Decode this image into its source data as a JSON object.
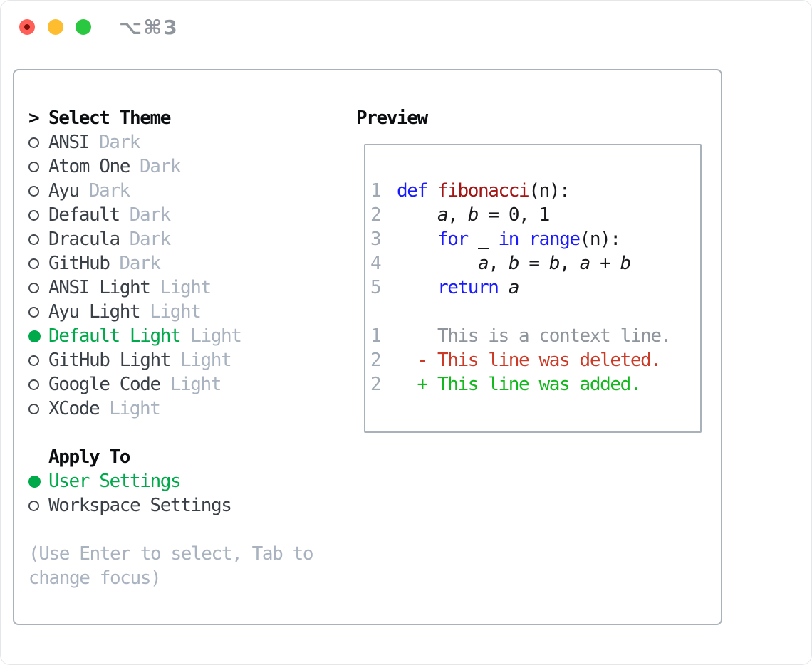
{
  "titlebar": {
    "shortcut": "⌥⌘3"
  },
  "picker": {
    "prompt": ">",
    "title": "Select Theme",
    "items": [
      {
        "name": "ANSI",
        "variant": "Dark",
        "selected": false
      },
      {
        "name": "Atom One",
        "variant": "Dark",
        "selected": false
      },
      {
        "name": "Ayu",
        "variant": "Dark",
        "selected": false
      },
      {
        "name": "Default",
        "variant": "Dark",
        "selected": false
      },
      {
        "name": "Dracula",
        "variant": "Dark",
        "selected": false
      },
      {
        "name": "GitHub",
        "variant": "Dark",
        "selected": false
      },
      {
        "name": "ANSI Light",
        "variant": "Light",
        "selected": false
      },
      {
        "name": "Ayu Light",
        "variant": "Light",
        "selected": false
      },
      {
        "name": "Default Light",
        "variant": "Light",
        "selected": true
      },
      {
        "name": "GitHub Light",
        "variant": "Light",
        "selected": false
      },
      {
        "name": "Google Code",
        "variant": "Light",
        "selected": false
      },
      {
        "name": "XCode",
        "variant": "Light",
        "selected": false
      }
    ],
    "apply_to": {
      "title": "Apply To",
      "options": [
        {
          "name": "User Settings",
          "selected": true
        },
        {
          "name": "Workspace Settings",
          "selected": false
        }
      ]
    },
    "help": [
      "(Use Enter to select, Tab to",
      "change focus)"
    ]
  },
  "preview": {
    "title": "Preview",
    "lines": [
      {
        "num": "1",
        "segs": [
          [
            "k",
            "def"
          ],
          [
            "p",
            " "
          ],
          [
            "f",
            "fibonacci"
          ],
          [
            "p",
            "(n):"
          ]
        ]
      },
      {
        "num": "2",
        "segs": [
          [
            "p",
            "    "
          ],
          [
            "v",
            "a"
          ],
          [
            "p",
            ", "
          ],
          [
            "v",
            "b"
          ],
          [
            "p",
            " = 0, 1"
          ]
        ]
      },
      {
        "num": "3",
        "segs": [
          [
            "p",
            "    "
          ],
          [
            "k",
            "for"
          ],
          [
            "p",
            " _ "
          ],
          [
            "k",
            "in"
          ],
          [
            "p",
            " "
          ],
          [
            "k",
            "range"
          ],
          [
            "p",
            "(n):"
          ]
        ]
      },
      {
        "num": "4",
        "segs": [
          [
            "p",
            "        "
          ],
          [
            "v",
            "a"
          ],
          [
            "p",
            ", "
          ],
          [
            "v",
            "b"
          ],
          [
            "p",
            " = "
          ],
          [
            "v",
            "b"
          ],
          [
            "p",
            ", "
          ],
          [
            "v",
            "a"
          ],
          [
            "p",
            " + "
          ],
          [
            "v",
            "b"
          ]
        ]
      },
      {
        "num": "5",
        "segs": [
          [
            "p",
            "    "
          ],
          [
            "k",
            "return"
          ],
          [
            "p",
            " "
          ],
          [
            "v",
            "a"
          ]
        ]
      },
      {
        "num": "",
        "segs": []
      },
      {
        "num": "1",
        "segs": [
          [
            "c",
            "    This is a context line."
          ]
        ]
      },
      {
        "num": "2",
        "segs": [
          [
            "d",
            "  - This line was deleted."
          ]
        ]
      },
      {
        "num": "2",
        "segs": [
          [
            "a",
            "  + This line was added."
          ]
        ]
      }
    ]
  },
  "colors": {
    "accent_green": "#00a94a",
    "keyword_blue": "#1a1aff",
    "function_red": "#a31515",
    "diff_deleted": "#cb3a27",
    "diff_added": "#13b71e",
    "code_plain": "#17191c",
    "context_gray": "#8e959d",
    "line_number": "#9fa9b4",
    "item_text": "#3a4047",
    "heading": "#0b0e11",
    "muted": "#a9b3c0",
    "border": "#a9b1ba",
    "radio_stroke": "#41474e",
    "tl_red": "#ff5f57",
    "tl_red_dot": "#7d120c",
    "tl_yellow": "#febc2f",
    "tl_green": "#2ac840",
    "shortcut": "#8f959c"
  }
}
